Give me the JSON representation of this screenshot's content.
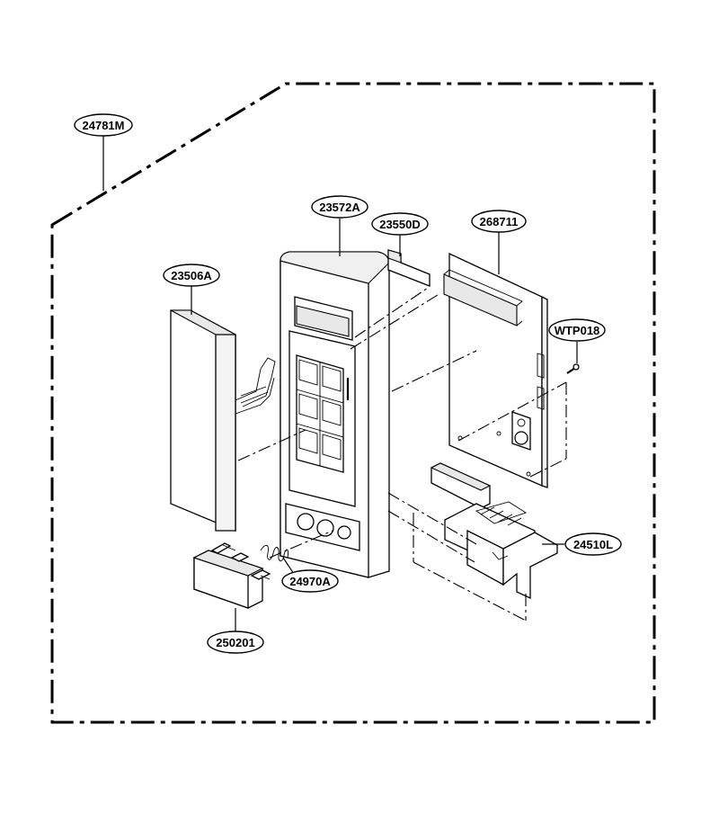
{
  "parts": {
    "p1": "24781M",
    "p2": "23572A",
    "p3": "23550D",
    "p4": "268711",
    "p5": "23506A",
    "p6": "WTP018",
    "p7": "24510L",
    "p8": "24970A",
    "p9": "250201"
  }
}
